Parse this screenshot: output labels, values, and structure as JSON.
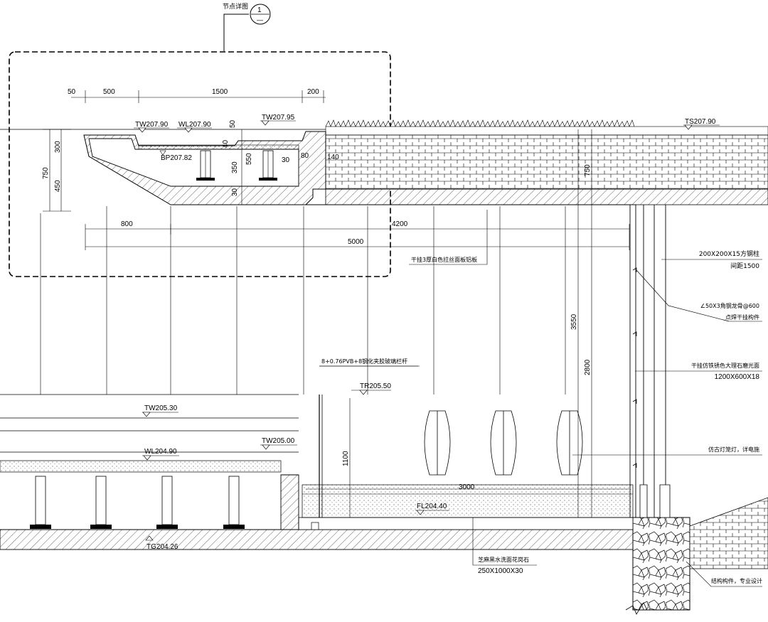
{
  "detail": {
    "label": "节点详图",
    "number": "1",
    "sheet": "—"
  },
  "dimensions": {
    "d50": "50",
    "d500": "500",
    "d1500": "1500",
    "d200": "200",
    "d300": "300",
    "d750a": "750",
    "d450": "450",
    "d50v": "50",
    "d40": "40",
    "d550": "550",
    "d350": "350",
    "d30a": "30",
    "d30b": "30",
    "d80": "80",
    "d140": "140",
    "d800": "800",
    "d4200": "4200",
    "d5000": "5000",
    "d750b": "750",
    "d3550": "3550",
    "d2800": "2800",
    "d1100": "1100",
    "d3000": "3000"
  },
  "elevations": {
    "tw20790": "TW207.90",
    "wl20790": "WL207.90",
    "tw20795": "TW207.95",
    "bp20782": "BP207.82",
    "ts20790": "TS207.90",
    "tr20550": "TR205.50",
    "tw20530": "TW205.30",
    "wl20490": "WL204.90",
    "tw20500": "TW205.00",
    "fl20440": "FL204.40",
    "tg20426": "TG204.26"
  },
  "notes": {
    "beam_line1": "200X200X15方钢柱",
    "beam_line2": "间距1500",
    "angle_line1": "∠50X3角钢龙骨@600",
    "angle_line2": "点焊干挂构件",
    "stone_line1": "干挂仿铁锈色大理石磨光面",
    "stone_line2": "1200X600X18",
    "lamp": "仿古灯笼灯，详电施",
    "glass": "8+0.76PVB+8钢化夹胶玻璃栏杆",
    "stainless": "干挂3厚白色拉丝面板铝板",
    "curb_line1": "芝麻黑水洗面花岗石",
    "curb_line2": "250X1000X30",
    "structure": "结构构件，专业设计"
  }
}
